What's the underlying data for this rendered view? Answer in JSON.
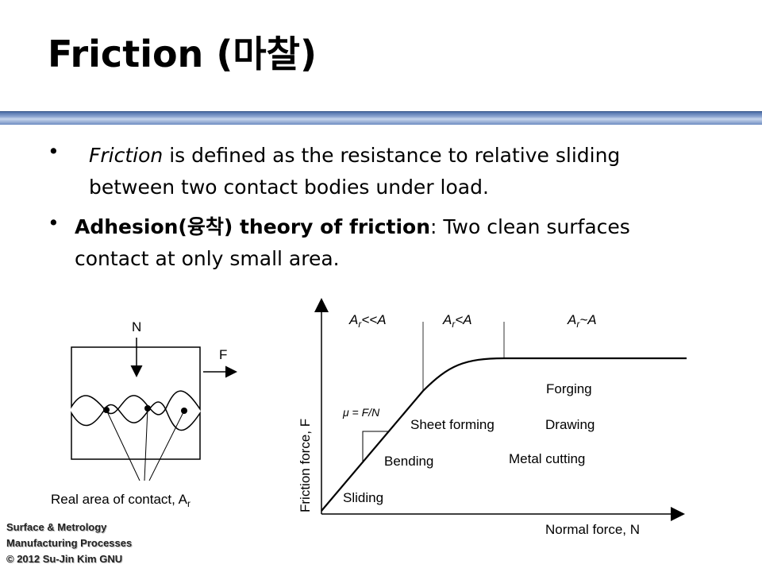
{
  "slide": {
    "title": "Friction (마찰)",
    "bullets": [
      {
        "italic": "Friction",
        "rest": " is defined as the resistance to relative sliding",
        "line2": "between two contact bodies under load."
      },
      {
        "bold": "Adhesion(융착) theory of friction",
        "rest": ": Two clean surfaces",
        "line2": "contact at only small area."
      }
    ]
  },
  "left_diagram": {
    "normal_label": "N",
    "force_label": "F",
    "caption": "Real area of contact, A",
    "caption_sub": "r"
  },
  "graph": {
    "ylabel": "Friction force, F",
    "xlabel": "Normal force, N",
    "regions": [
      "<<A",
      "<A",
      "~A"
    ],
    "region_prefix": "A",
    "region_sub": "r",
    "mu_formula": "μ = F/N",
    "processes": {
      "sliding": "Sliding",
      "bending": "Bending",
      "sheet_forming": "Sheet forming",
      "drawing": "Drawing",
      "forging": "Forging",
      "metal_cutting": "Metal cutting"
    }
  },
  "footer": {
    "line1": "Surface & Metrology",
    "line2": "Manufacturing Processes",
    "line3": "© 2012 Su-Jin Kim GNU"
  }
}
